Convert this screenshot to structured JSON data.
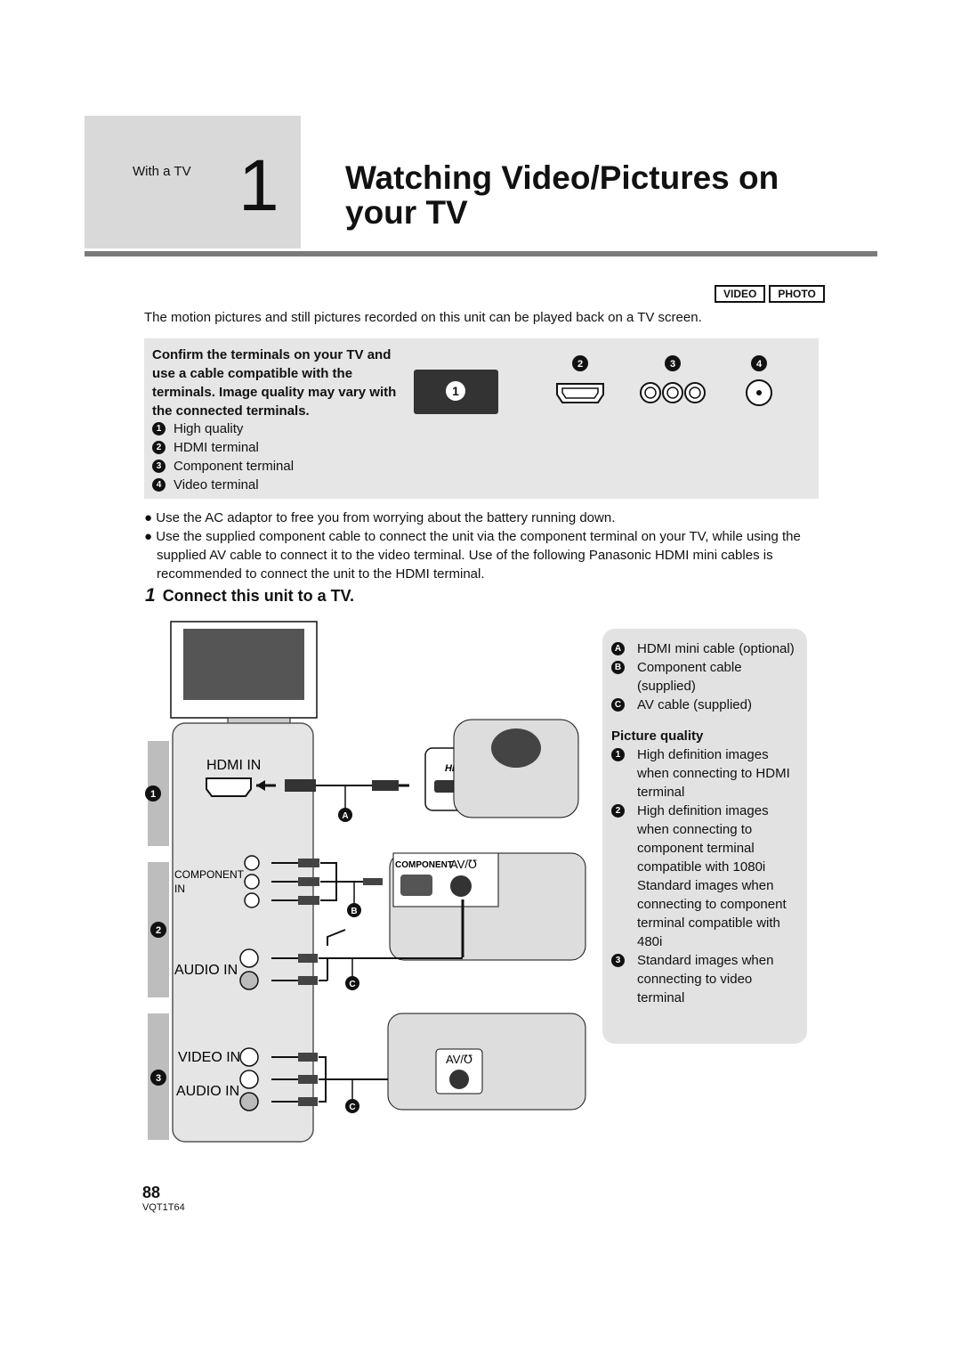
{
  "header": {
    "tab_label": "With a TV",
    "chapter_number": "1",
    "title_line1": "Watching Video/Pictures on",
    "title_line2": "your TV"
  },
  "modes": [
    "VIDEO",
    "PHOTO"
  ],
  "intro": "The motion pictures and still pictures recorded on this unit can be played back on a TV screen.",
  "terminals": {
    "heading": "Confirm the terminals on your TV and use a cable compatible with the terminals. Image quality may vary with the connected terminals.",
    "items": [
      {
        "badge": "1",
        "label": "High quality"
      },
      {
        "badge": "2",
        "label": "HDMI terminal"
      },
      {
        "badge": "3",
        "label": "Component terminal"
      },
      {
        "badge": "4",
        "label": "Video terminal"
      }
    ]
  },
  "bullets": [
    "Use the AC adaptor to free you from worrying about the battery running down.",
    "Use the supplied component cable to connect the unit via the component terminal on your TV, while using the supplied AV cable to connect it to the video terminal. Use of the following Panasonic HDMI mini cables is recommended to connect the unit to the HDMI terminal."
  ],
  "step": {
    "number": "1",
    "text": "Connect this unit to a TV."
  },
  "cables": [
    {
      "badge": "A",
      "label": "HDMI mini cable (optional)"
    },
    {
      "badge": "B",
      "label": "Component cable (supplied)"
    },
    {
      "badge": "C",
      "label": "AV cable (supplied)"
    }
  ],
  "picture_quality": {
    "heading": "Picture quality",
    "items": [
      {
        "badge": "1",
        "label": "High definition images when connecting to HDMI terminal"
      },
      {
        "badge": "2",
        "label": "High definition images when connecting to component terminal compatible with 1080i Standard images when connecting to component terminal compatible with 480i"
      },
      {
        "badge": "3",
        "label": "Standard images when connecting to video terminal"
      }
    ]
  },
  "diagram": {
    "hdmi_in": "HDMI IN",
    "component_in_1": "COMPONENT",
    "component_in_2": "IN",
    "audio_in": "AUDIO IN",
    "video_in": "VIDEO IN",
    "cam_component": "COMPONENT",
    "cam_av": "AV/℧",
    "hdmi_logo": "HDMI",
    "section_badges": [
      "1",
      "2",
      "3"
    ],
    "cable_badges": [
      "A",
      "B",
      "C",
      "C"
    ]
  },
  "footer": {
    "page_number": "88",
    "doc_code": "VQT1T64"
  }
}
